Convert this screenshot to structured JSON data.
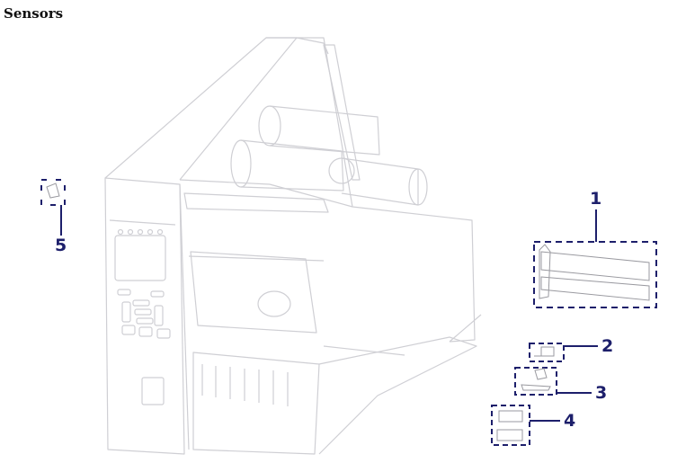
{
  "title": "Sensors",
  "figure": {
    "description": "Printer diagram with sensor location callouts",
    "line_color": "#cfcfd4",
    "callout_color": "#1d1f6b",
    "callouts": [
      {
        "number": "1",
        "label": "1"
      },
      {
        "number": "2",
        "label": "2"
      },
      {
        "number": "3",
        "label": "3"
      },
      {
        "number": "4",
        "label": "4"
      },
      {
        "number": "5",
        "label": "5"
      }
    ]
  }
}
